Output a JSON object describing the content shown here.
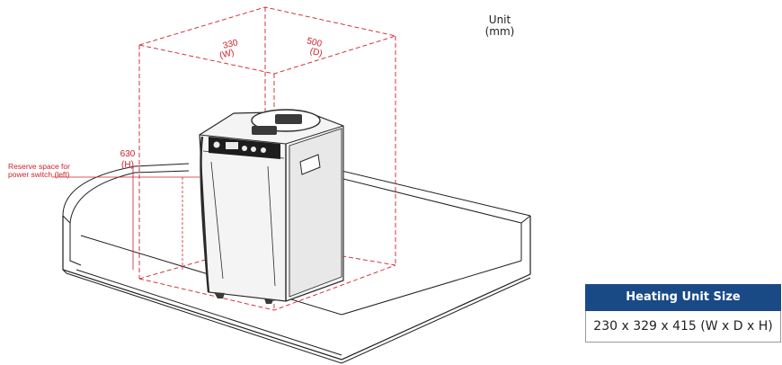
{
  "unit": {
    "line1": "Unit",
    "line2": "(mm)"
  },
  "dimensions": {
    "width_value": "330",
    "width_axis": "(W)",
    "depth_value": "500",
    "depth_axis": "(D)",
    "height_value": "630",
    "height_axis": "(H)",
    "reserve_line1": "Reserve space for",
    "reserve_line2": "power switch (left)"
  },
  "size_table": {
    "header": "Heating Unit Size",
    "value": "230 x 329 x 415 (W x D x H)",
    "header_color": "#1a4a86"
  },
  "colors": {
    "dimension": "#d0202a",
    "line": "#1e1e1e",
    "device": "#2a2a2a"
  },
  "icons": [
    "dimension-box-icon",
    "countertop-icon",
    "heating-unit-icon"
  ]
}
